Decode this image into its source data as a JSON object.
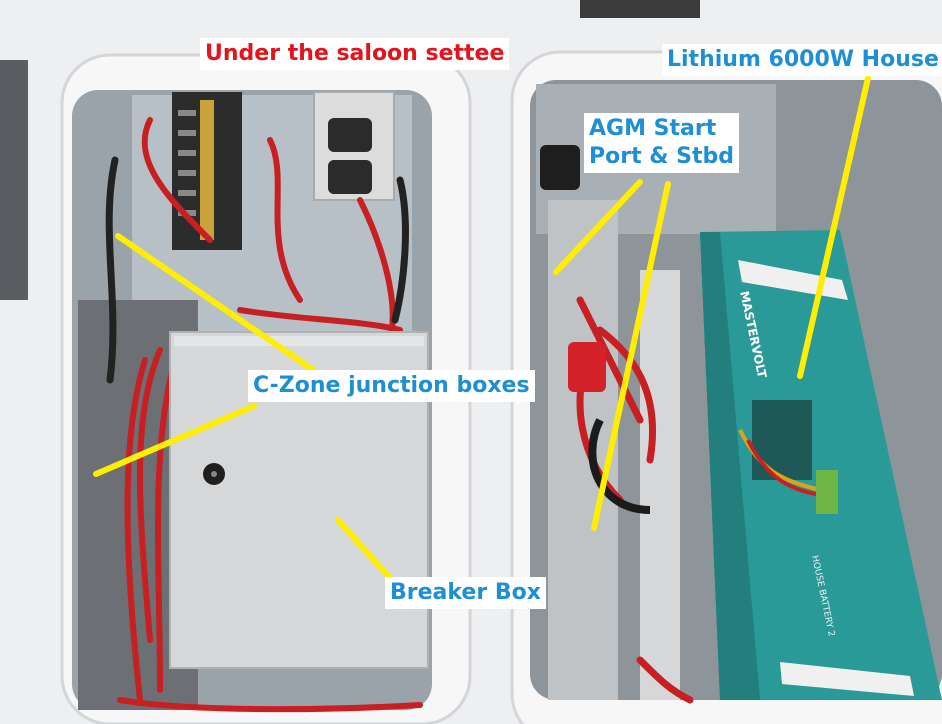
{
  "annotations": {
    "title": "Under the saloon settee",
    "agm_line1": "AGM Start",
    "agm_line2": "Port & Stbd",
    "lithium": "Lithium 6000W House",
    "czone": "C-Zone junction boxes",
    "breaker": "Breaker Box"
  },
  "battery_text": {
    "brand": "MASTERVOLT",
    "label": "HOUSE BATTERY 2"
  },
  "colors": {
    "title_text": "#e3141b",
    "label_text": "#1c8fd6",
    "pointer_lines": "#ffee00",
    "battery": "#2a9a98",
    "cable_red": "#c71f22",
    "fiberglass": "#f4f5f6"
  }
}
